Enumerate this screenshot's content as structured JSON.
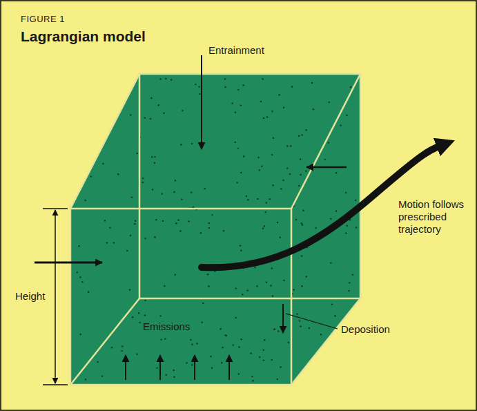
{
  "diagram": {
    "title": "Lagrangian model",
    "labels": [
      "FIGURE 1",
      "Entrainment",
      "Height",
      "Emissions",
      "Deposition",
      "Motion follows prescribed trajectory"
    ]
  }
}
